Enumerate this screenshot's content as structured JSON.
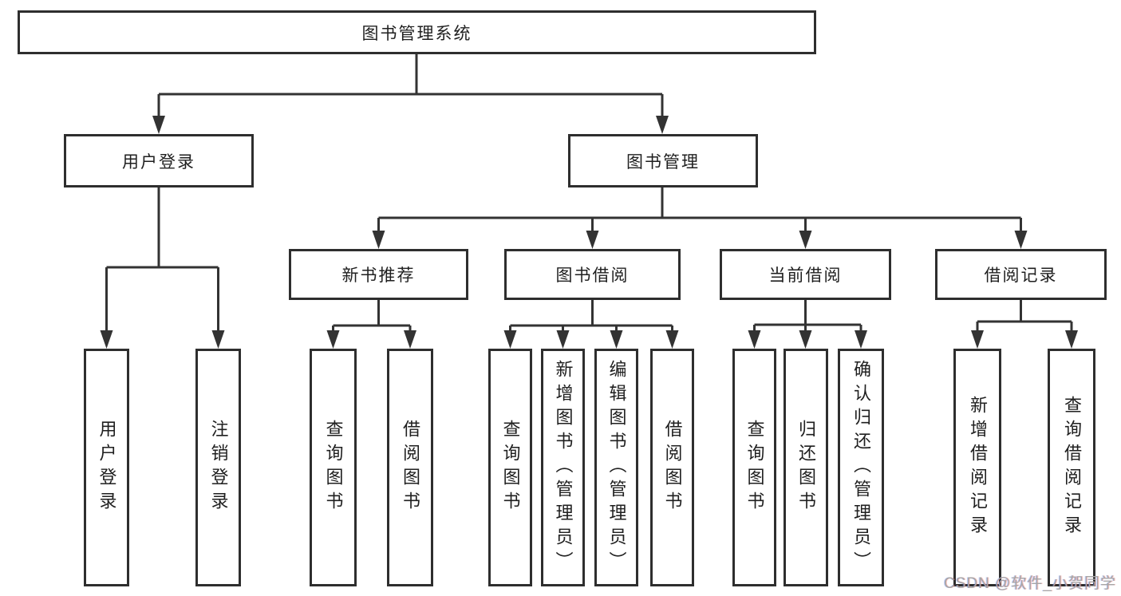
{
  "diagram": {
    "title": "图书管理系统",
    "level2": [
      {
        "label": "用户登录"
      },
      {
        "label": "图书管理"
      }
    ],
    "level3": [
      {
        "label": "新书推荐",
        "parent": "图书管理"
      },
      {
        "label": "图书借阅",
        "parent": "图书管理"
      },
      {
        "label": "当前借阅",
        "parent": "图书管理"
      },
      {
        "label": "借阅记录",
        "parent": "图书管理"
      }
    ],
    "leaves": [
      {
        "label": "用户登录",
        "parent": "用户登录"
      },
      {
        "label": "注销登录",
        "parent": "用户登录"
      },
      {
        "label": "查询图书",
        "parent": "新书推荐"
      },
      {
        "label": "借阅图书",
        "parent": "新书推荐"
      },
      {
        "label": "查询图书",
        "parent": "图书借阅"
      },
      {
        "label": "新增图书（管理员）",
        "parent": "图书借阅"
      },
      {
        "label": "编辑图书（管理员）",
        "parent": "图书借阅"
      },
      {
        "label": "借阅图书",
        "parent": "图书借阅"
      },
      {
        "label": "查询图书",
        "parent": "当前借阅"
      },
      {
        "label": "归还图书",
        "parent": "当前借阅"
      },
      {
        "label": "确认归还（管理员）",
        "parent": "当前借阅"
      },
      {
        "label": "新增借阅记录",
        "parent": "借阅记录"
      },
      {
        "label": "查询借阅记录",
        "parent": "借阅记录"
      }
    ]
  },
  "watermark": {
    "text": "CSDN @软件_小贺同学"
  },
  "colors": {
    "line": "#333333",
    "box_border": "#2e2e2e",
    "text": "#1f1f1f",
    "watermark": "#a6a6a6",
    "background": "#ffffff"
  }
}
